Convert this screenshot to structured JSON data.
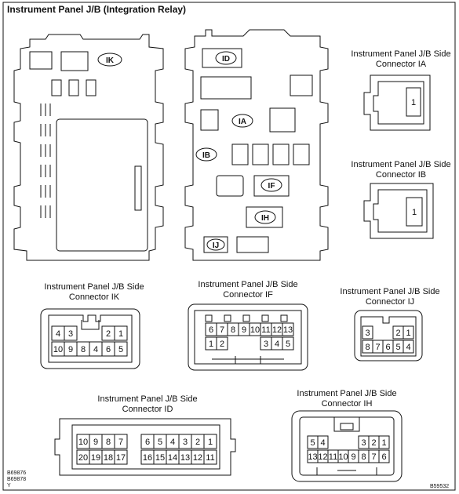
{
  "title": "Instrument Panel J/B (Integration Relay)",
  "labels": {
    "ik": "IK",
    "id": "ID",
    "ia": "IA",
    "ib": "IB",
    "if": "IF",
    "ih": "IH",
    "ij": "IJ"
  },
  "captions": {
    "ia": [
      "Instrument Panel J/B Side",
      "Connector IA"
    ],
    "ib": [
      "Instrument Panel J/B Side",
      "Connector IB"
    ],
    "ik": [
      "Instrument Panel J/B Side",
      "Connector IK"
    ],
    "if": [
      "Instrument Panel J/B Side",
      "Connector IF"
    ],
    "ij": [
      "Instrument Panel J/B Side",
      "Connector IJ"
    ],
    "id": [
      "Instrument Panel J/B Side",
      "Connector ID"
    ],
    "ih": [
      "Instrument Panel J/B Side",
      "Connector IH"
    ]
  },
  "pins": {
    "ia": [
      "1"
    ],
    "ib": [
      "1"
    ],
    "ik": {
      "top": [
        "4",
        "3",
        "",
        "",
        "2",
        "1"
      ],
      "bottom": [
        "10",
        "9",
        "8",
        "4",
        "6",
        "5"
      ]
    },
    "if": {
      "top": [
        "6",
        "7",
        "8",
        "9",
        "10",
        "11",
        "12",
        "13"
      ],
      "bottom": [
        "1",
        "2",
        "",
        "",
        "",
        "3",
        "4",
        "5"
      ]
    },
    "ij": {
      "top": [
        "3",
        "",
        "",
        "2",
        "1"
      ],
      "bottom": [
        "8",
        "7",
        "6",
        "5",
        "4"
      ]
    },
    "id": {
      "left_top": [
        "10",
        "9",
        "8",
        "7"
      ],
      "left_bottom": [
        "20",
        "19",
        "18",
        "17"
      ],
      "right_top": [
        "6",
        "5",
        "4",
        "3",
        "2",
        "1"
      ],
      "right_bottom": [
        "16",
        "15",
        "14",
        "13",
        "12",
        "11"
      ]
    },
    "ih": {
      "top": [
        "5",
        "4",
        "",
        "",
        "",
        "3",
        "2",
        "1"
      ],
      "bottom": [
        "13",
        "12",
        "11",
        "10",
        "9",
        "8",
        "7",
        "6"
      ]
    }
  },
  "codes": {
    "bottom_left": [
      "B69876",
      "B69878",
      "Y"
    ],
    "bottom_right": "B59532"
  }
}
